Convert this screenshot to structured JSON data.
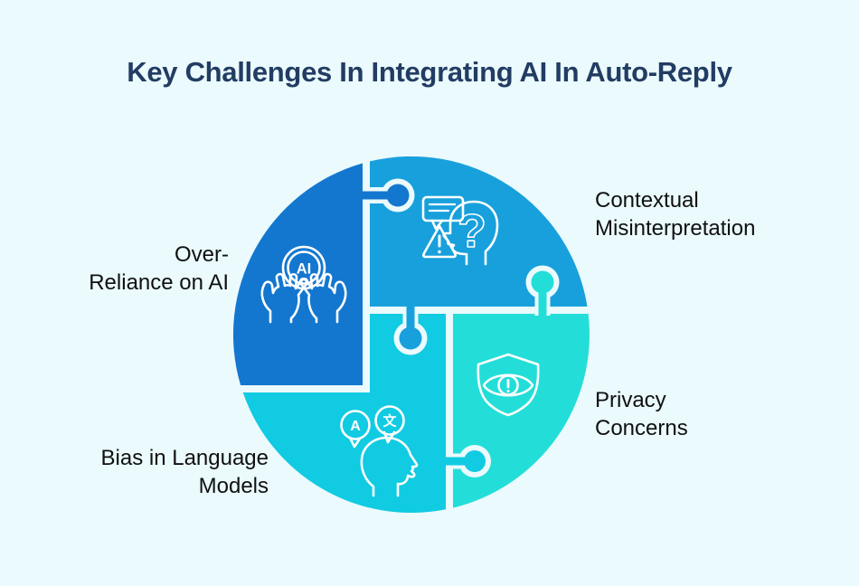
{
  "title": "Key Challenges In Integrating AI In Auto-Reply",
  "colors": {
    "background": "#eafafd",
    "title_text": "#223c63",
    "label_text": "#101010",
    "piece_over_reliance": "#1377cf",
    "piece_contextual": "#18a0dc",
    "piece_privacy": "#23ded8",
    "piece_bias": "#10cbe2",
    "icon_stroke": "#ffffff"
  },
  "diagram": {
    "items": [
      {
        "id": "over-reliance-on-ai",
        "label_lines": [
          "Over-",
          "Reliance on AI"
        ],
        "icon": "hands-holding-ai-icon"
      },
      {
        "id": "contextual-misinterpretation",
        "label_lines": [
          "Contextual",
          "Misinterpretation"
        ],
        "icon": "confused-head-question-icon"
      },
      {
        "id": "privacy-concerns",
        "label_lines": [
          "Privacy",
          "Concerns"
        ],
        "icon": "shield-eye-alert-icon"
      },
      {
        "id": "bias-in-language-models",
        "label_lines": [
          "Bias in Language",
          "Models"
        ],
        "icon": "language-bias-head-icon"
      }
    ],
    "glyphs": {
      "ai": "AI",
      "question_mark": "?",
      "letter_a": "A",
      "language_character": "文"
    }
  }
}
